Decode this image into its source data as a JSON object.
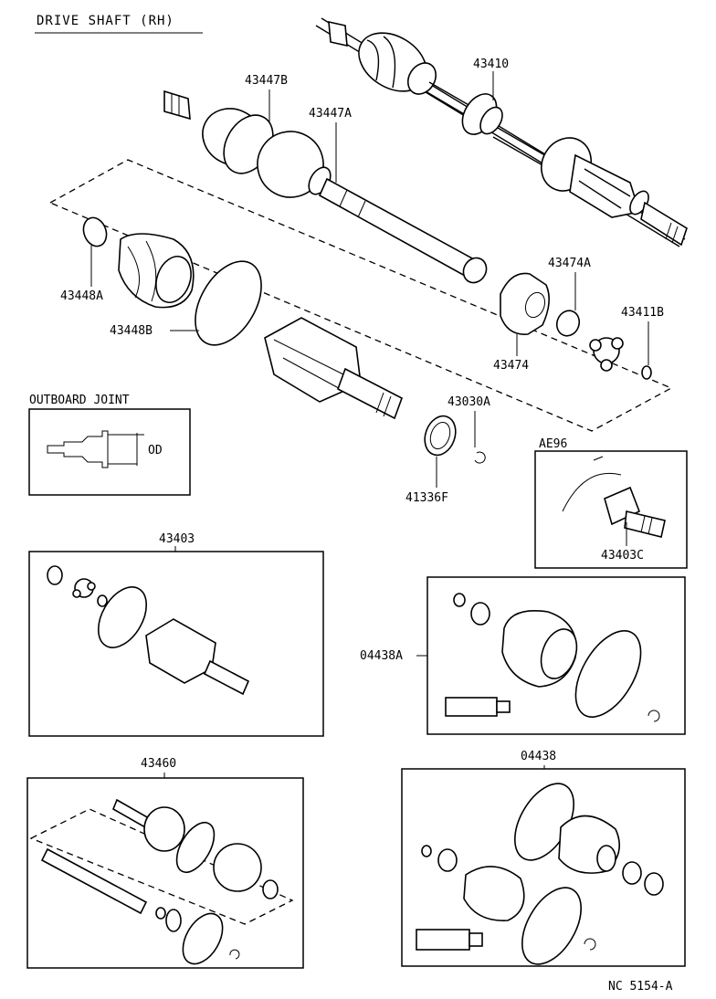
{
  "title": "DRIVE SHAFT (RH)",
  "labels": {
    "p43410": "43410",
    "p43447B": "43447B",
    "p43447A": "43447A",
    "p43448A": "43448A",
    "p43448B": "43448B",
    "p43474A": "43474A",
    "p43411B": "43411B",
    "p43474": "43474",
    "p43030A": "43030A",
    "p41336F": "41336F",
    "outboard_joint": "OUTBOARD JOINT",
    "od": "OD",
    "ae96": "AE96",
    "p43403C": "43403C",
    "p43403": "43403",
    "p04438A": "04438A",
    "p43460": "43460",
    "p04438": "04438"
  },
  "footer_code": "NC 5154-A",
  "icons": [
    "axle-shaft-icon",
    "cv-boot-icon",
    "boot-band-icon",
    "snap-ring-icon",
    "grease-tube-icon",
    "tripod-joint-icon",
    "dust-seal-icon"
  ]
}
